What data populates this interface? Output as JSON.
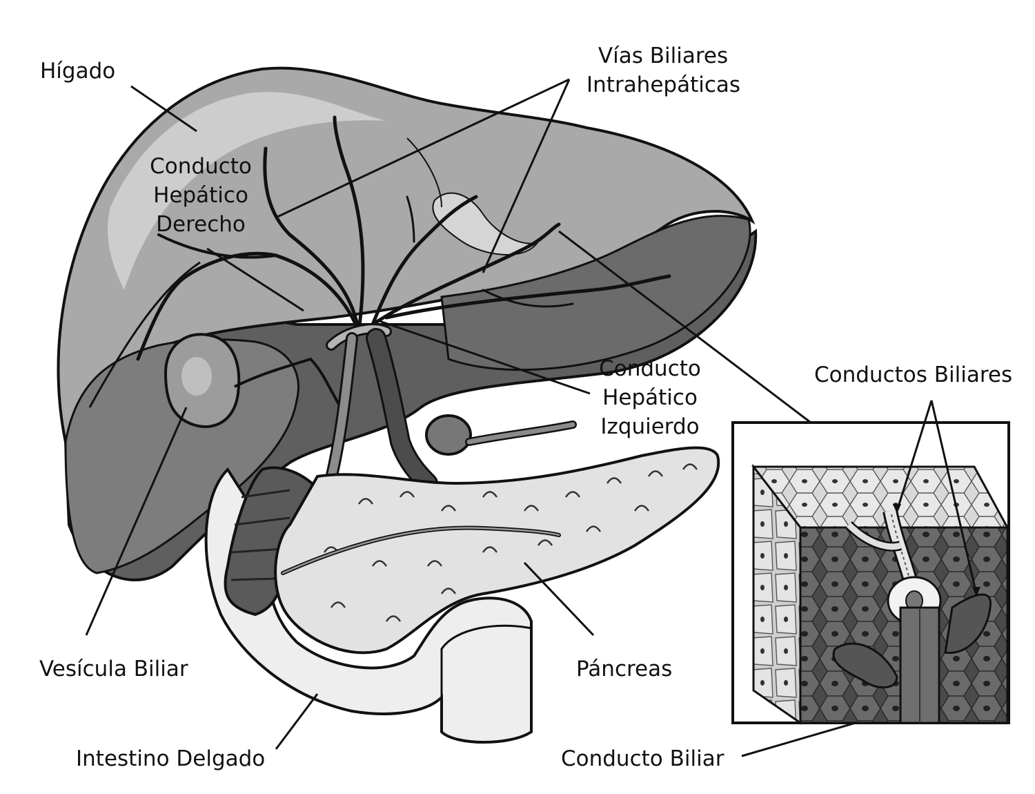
{
  "labels": {
    "higado": "Hígado",
    "vias_biliares": "Vías Biliares\nIntrahepáticas",
    "hepatico_derecho": "Conducto\nHepático\nDerecho",
    "hepatico_izquierdo": "Conducto\nHepático\nIzquierdo",
    "conductos_biliares": "Conductos Biliares",
    "vesicula": "Vesícula Biliar",
    "pancreas": "Páncreas",
    "intestino": "Intestino Delgado",
    "conducto_biliar": "Conducto Biliar"
  },
  "colors": {
    "outline": "#111111",
    "liver_light": "#b9b9b9",
    "liver_mid": "#9a9a9a",
    "liver_dark": "#6f6f6f",
    "liver_shadow": "#545454",
    "pancreas": "#e3e3e3",
    "intestine": "#eeeeee",
    "duct": "#8a8a8a"
  }
}
